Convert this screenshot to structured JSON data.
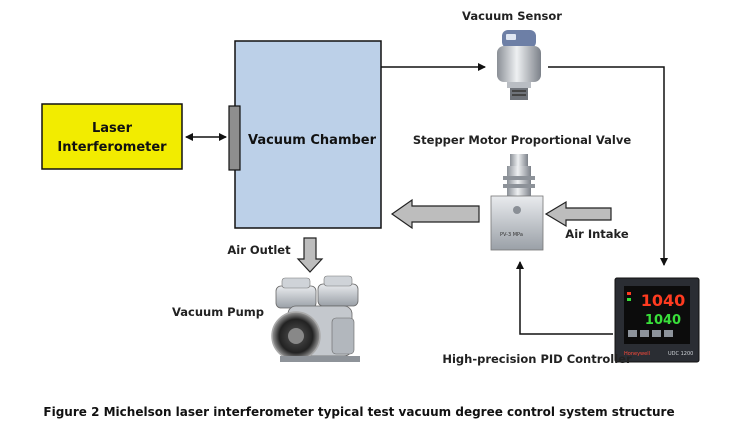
{
  "diagram": {
    "laser_interferometer": {
      "line1": "Laser",
      "line2": "Interferometer"
    },
    "vacuum_chamber": "Vacuum Chamber",
    "vacuum_sensor": "Vacuum Sensor",
    "valve": "Stepper Motor Proportional Valve",
    "valve_body_text": "PV-3 MPa",
    "air_intake": "Air Intake",
    "air_outlet": "Air Outlet",
    "vacuum_pump": "Vacuum Pump",
    "pid_controller": "High-precision PID Controller",
    "controller_display": {
      "pv": "1040",
      "sv": "1040",
      "brand": "Honeywell",
      "model": "UDC 1200"
    },
    "caption": "Figure 2 Michelson laser interferometer typical test vacuum degree control system structure"
  },
  "colors": {
    "laser_fill": "#f2ec00",
    "chamber_fill": "#bcd0e8",
    "arrow_line": "#111111",
    "hollow_arrow_fill": "#bdbdbd"
  },
  "icons": [
    "vacuum-sensor-icon",
    "proportional-valve-icon",
    "vacuum-pump-icon",
    "pid-controller-icon"
  ]
}
